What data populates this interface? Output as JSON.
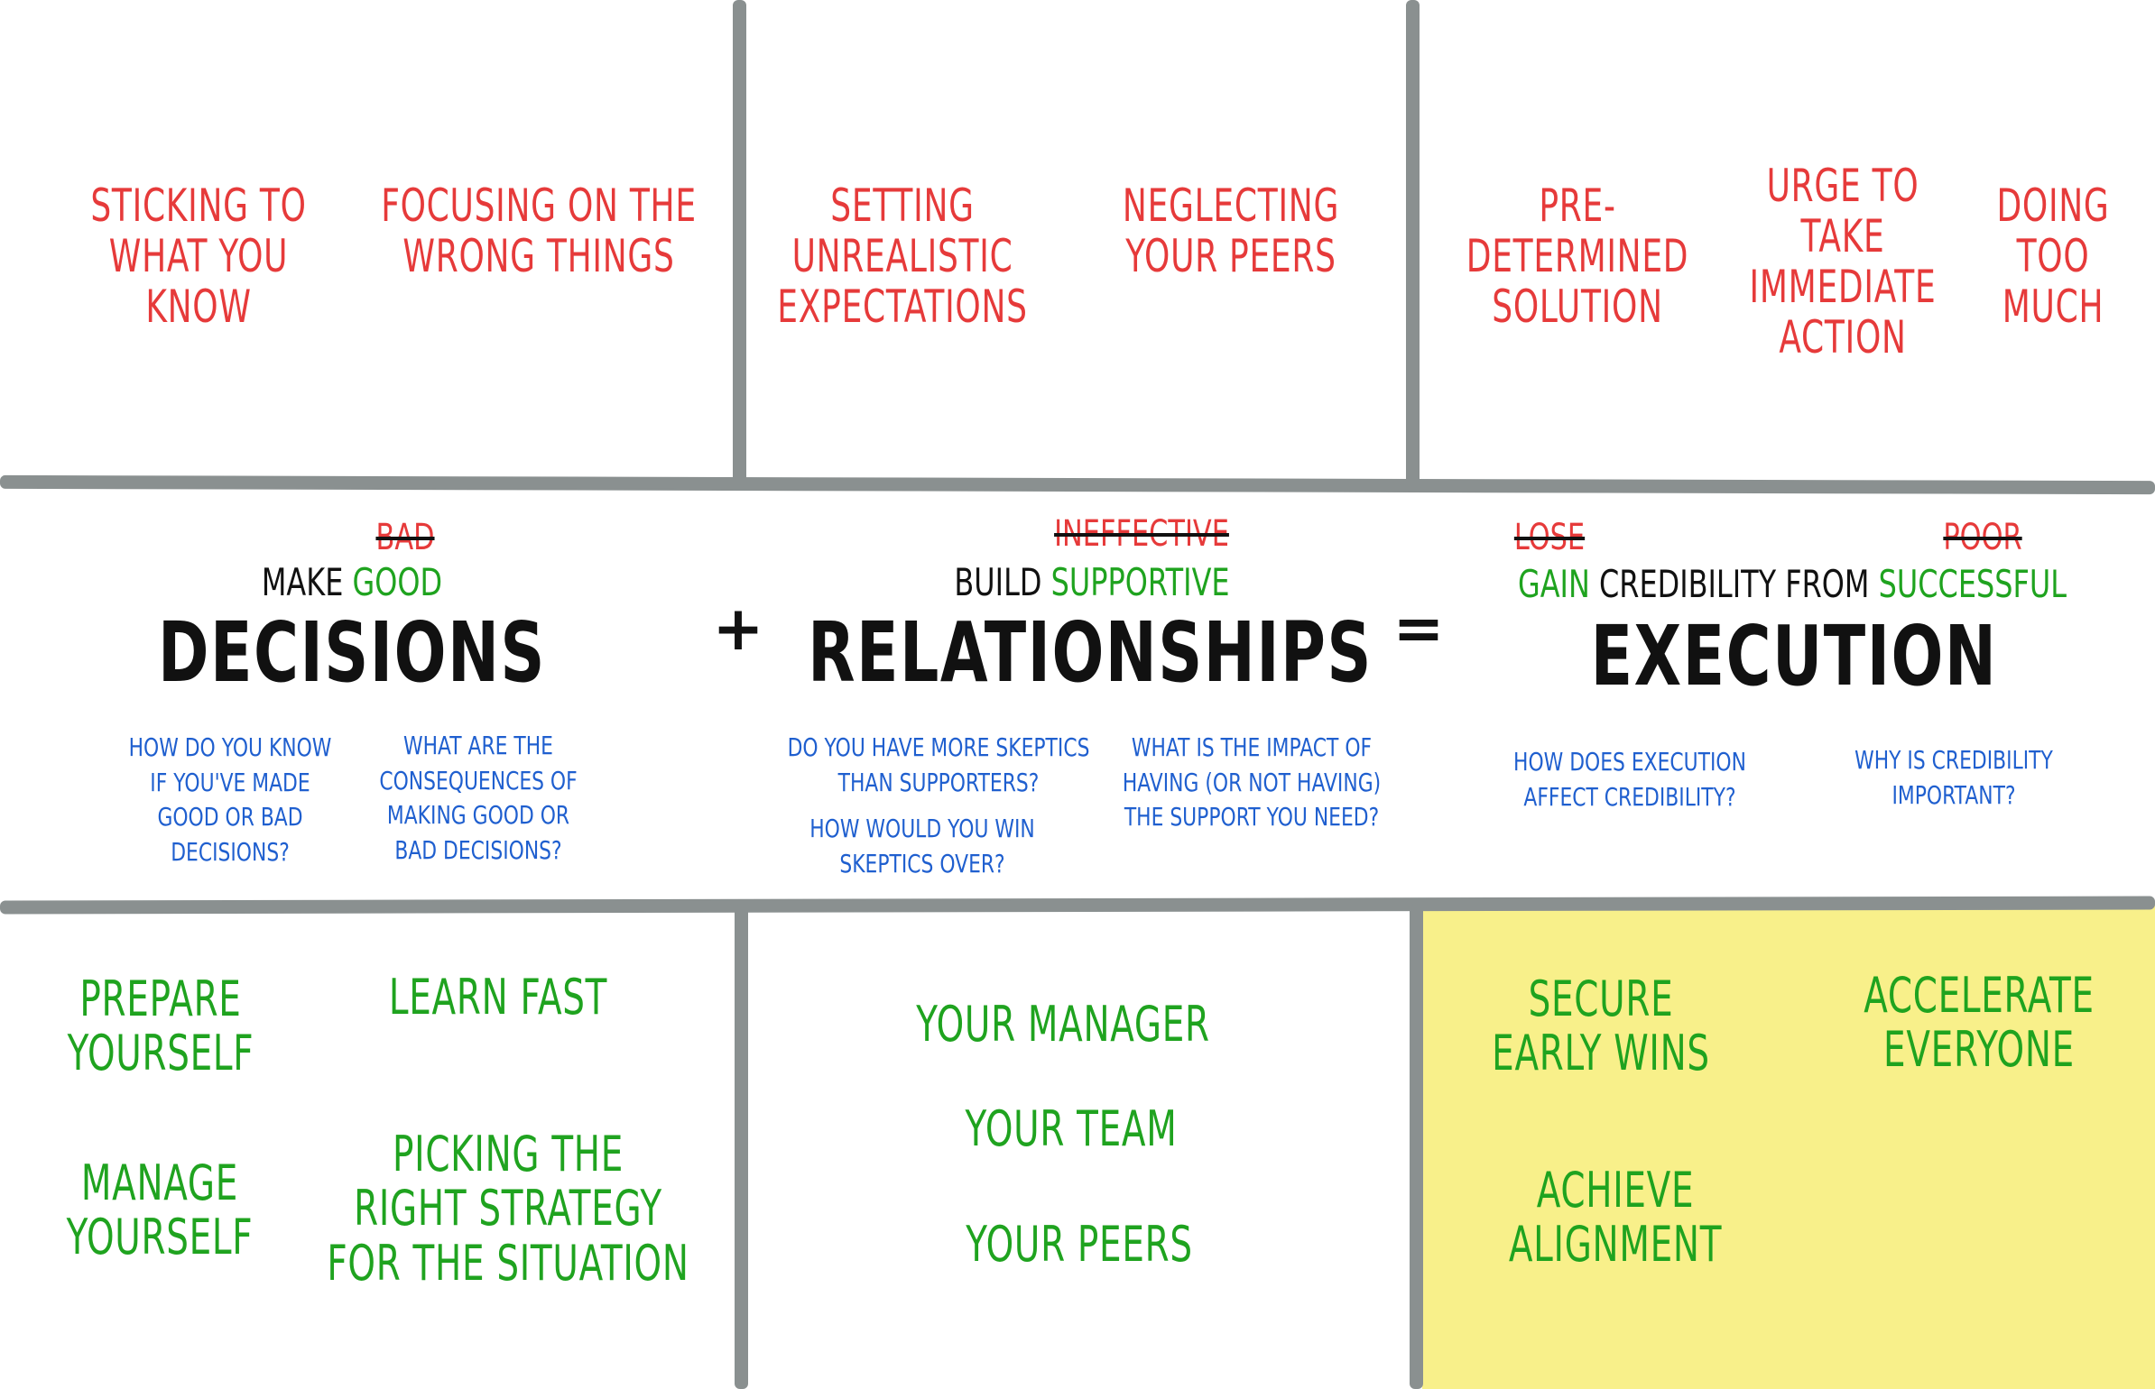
{
  "grid": {
    "top_row": {
      "left": [
        "STICKING TO\nWHAT YOU\nKNOW",
        "FOCUSING ON THE\nWRONG THINGS"
      ],
      "center": [
        "SETTING\nUNREALISTIC\nEXPECTATIONS",
        "NEGLECTING\nYOUR PEERS"
      ],
      "right": [
        "PRE-\nDETERMINED\nSOLUTION",
        "URGE TO\nTAKE\nIMMEDIATE\nACTION",
        "DOING\nTOO\nMUCH"
      ]
    },
    "middle_row": {
      "decisions": {
        "struck": "BAD",
        "lead_plain": "MAKE",
        "lead_green": "GOOD",
        "title": "DECISIONS",
        "questions": [
          "HOW DO YOU KNOW\nIF YOU'VE MADE\nGOOD OR BAD\nDECISIONS?",
          "WHAT ARE THE\nCONSEQUENCES OF\nMAKING GOOD OR\nBAD DECISIONS?"
        ]
      },
      "plus": "+",
      "relationships": {
        "struck": "INEFFECTIVE",
        "lead_plain": "BUILD",
        "lead_green": "SUPPORTIVE",
        "title": "RELATIONSHIPS",
        "questions": [
          "DO YOU HAVE MORE SKEPTICS\nTHAN SUPPORTERS?",
          "HOW WOULD YOU WIN\nSKEPTICS OVER?",
          "WHAT IS THE IMPACT OF\nHAVING (OR NOT HAVING)\nTHE SUPPORT YOU NEED?"
        ]
      },
      "equals": "=",
      "execution": {
        "struck_1": "LOSE",
        "struck_2": "POOR",
        "lead_green_1": "GAIN",
        "lead_plain": "CREDIBILITY FROM",
        "lead_green_2": "SUCCESSFUL",
        "title": "EXECUTION",
        "questions": [
          "HOW DOES EXECUTION\nAFFECT CREDIBILITY?",
          "WHY IS CREDIBILITY\nIMPORTANT?"
        ]
      }
    },
    "bottom_row": {
      "left": [
        "PREPARE\nYOURSELF",
        "LEARN FAST",
        "MANAGE\nYOURSELF",
        "PICKING THE\nRIGHT STRATEGY\nFOR THE SITUATION"
      ],
      "center": [
        "YOUR MANAGER",
        "YOUR TEAM",
        "YOUR PEERS"
      ],
      "right": [
        "SECURE\nEARLY WINS",
        "ACCELERATE\nEVERYONE",
        "ACHIEVE\nALIGNMENT"
      ]
    }
  },
  "colors": {
    "pitfall_red": "#e63a3a",
    "action_green": "#1fa31f",
    "question_blue": "#1f5fcf",
    "highlight_yellow": "#f8f08a",
    "grid_gray": "#8a9090"
  }
}
